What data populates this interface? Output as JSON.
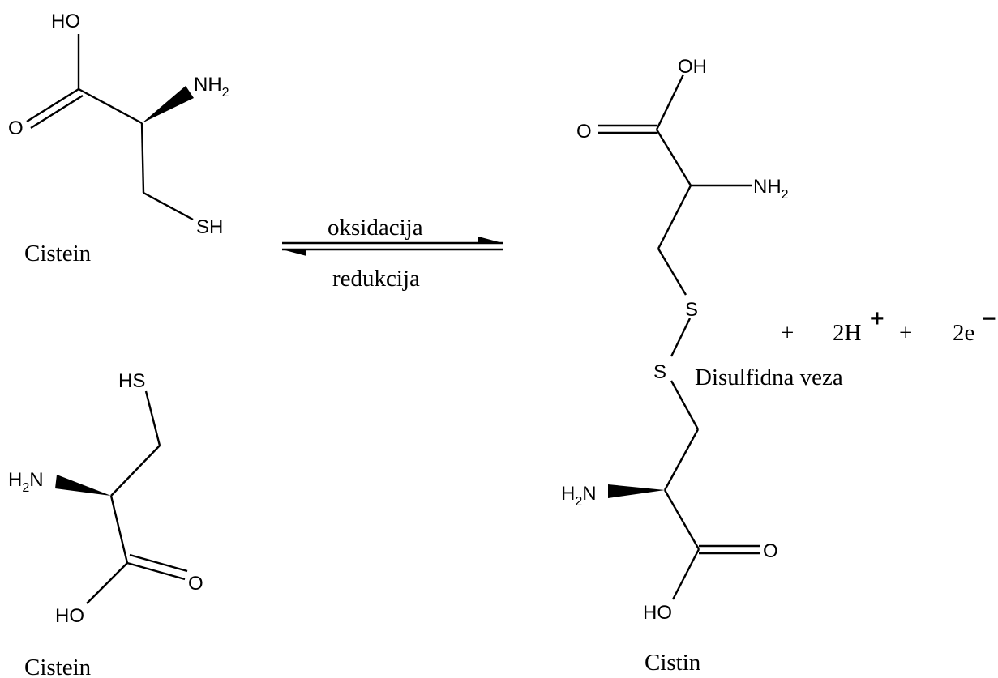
{
  "diagram": {
    "molecules": {
      "cysteine_top": {
        "name": "Cistein",
        "atoms": {
          "hydroxyl": "HO",
          "carbonyl": "O",
          "amine": "NH",
          "amine_sub": "2",
          "thiol": "SH"
        }
      },
      "cysteine_bottom": {
        "name": "Cistein",
        "atoms": {
          "thiol": "HS",
          "amine_pre": "H",
          "amine_sub": "2",
          "amine_post": "N",
          "carbonyl": "O",
          "hydroxyl": "HO"
        }
      },
      "cystine": {
        "name": "Cistin",
        "atoms": {
          "top_hydroxyl": "OH",
          "top_carbonyl": "O",
          "top_amine": "NH",
          "top_amine_sub": "2",
          "sulfur_1": "S",
          "sulfur_2": "S",
          "bottom_amine_pre": "H",
          "bottom_amine_sub": "2",
          "bottom_amine_post": "N",
          "bottom_carbonyl": "O",
          "bottom_hydroxyl": "HO"
        },
        "bond_label": "Disulfidna veza"
      }
    },
    "reaction": {
      "forward_label": "oksidacija",
      "reverse_label": "redukcija"
    },
    "products": {
      "plus_1": "+",
      "protons": "2H",
      "protons_charge": "+",
      "plus_2": "+",
      "electrons": "2e",
      "electrons_charge": "−"
    }
  }
}
